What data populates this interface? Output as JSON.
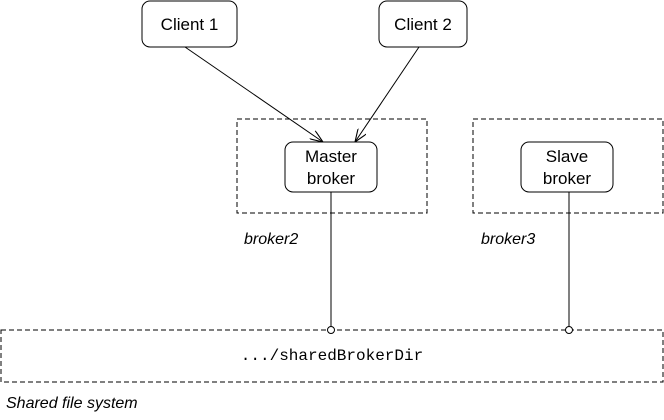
{
  "nodes": {
    "client1": {
      "label": "Client 1"
    },
    "client2": {
      "label": "Client 2"
    },
    "master": {
      "label_line1": "Master",
      "label_line2": "broker"
    },
    "slave": {
      "label_line1": "Slave",
      "label_line2": "broker"
    }
  },
  "groups": {
    "broker2": {
      "label": "broker2"
    },
    "broker3": {
      "label": "broker3"
    }
  },
  "storage": {
    "path": ".../sharedBrokerDir",
    "caption": "Shared file system"
  },
  "edges": [
    {
      "from": "Client 1",
      "to": "Master broker",
      "style": "arrow"
    },
    {
      "from": "Client 2",
      "to": "Master broker",
      "style": "arrow"
    },
    {
      "from": "Master broker",
      "to": "Shared file system",
      "style": "line-with-circle-end"
    },
    {
      "from": "Slave broker",
      "to": "Shared file system",
      "style": "line-with-circle-end"
    }
  ]
}
